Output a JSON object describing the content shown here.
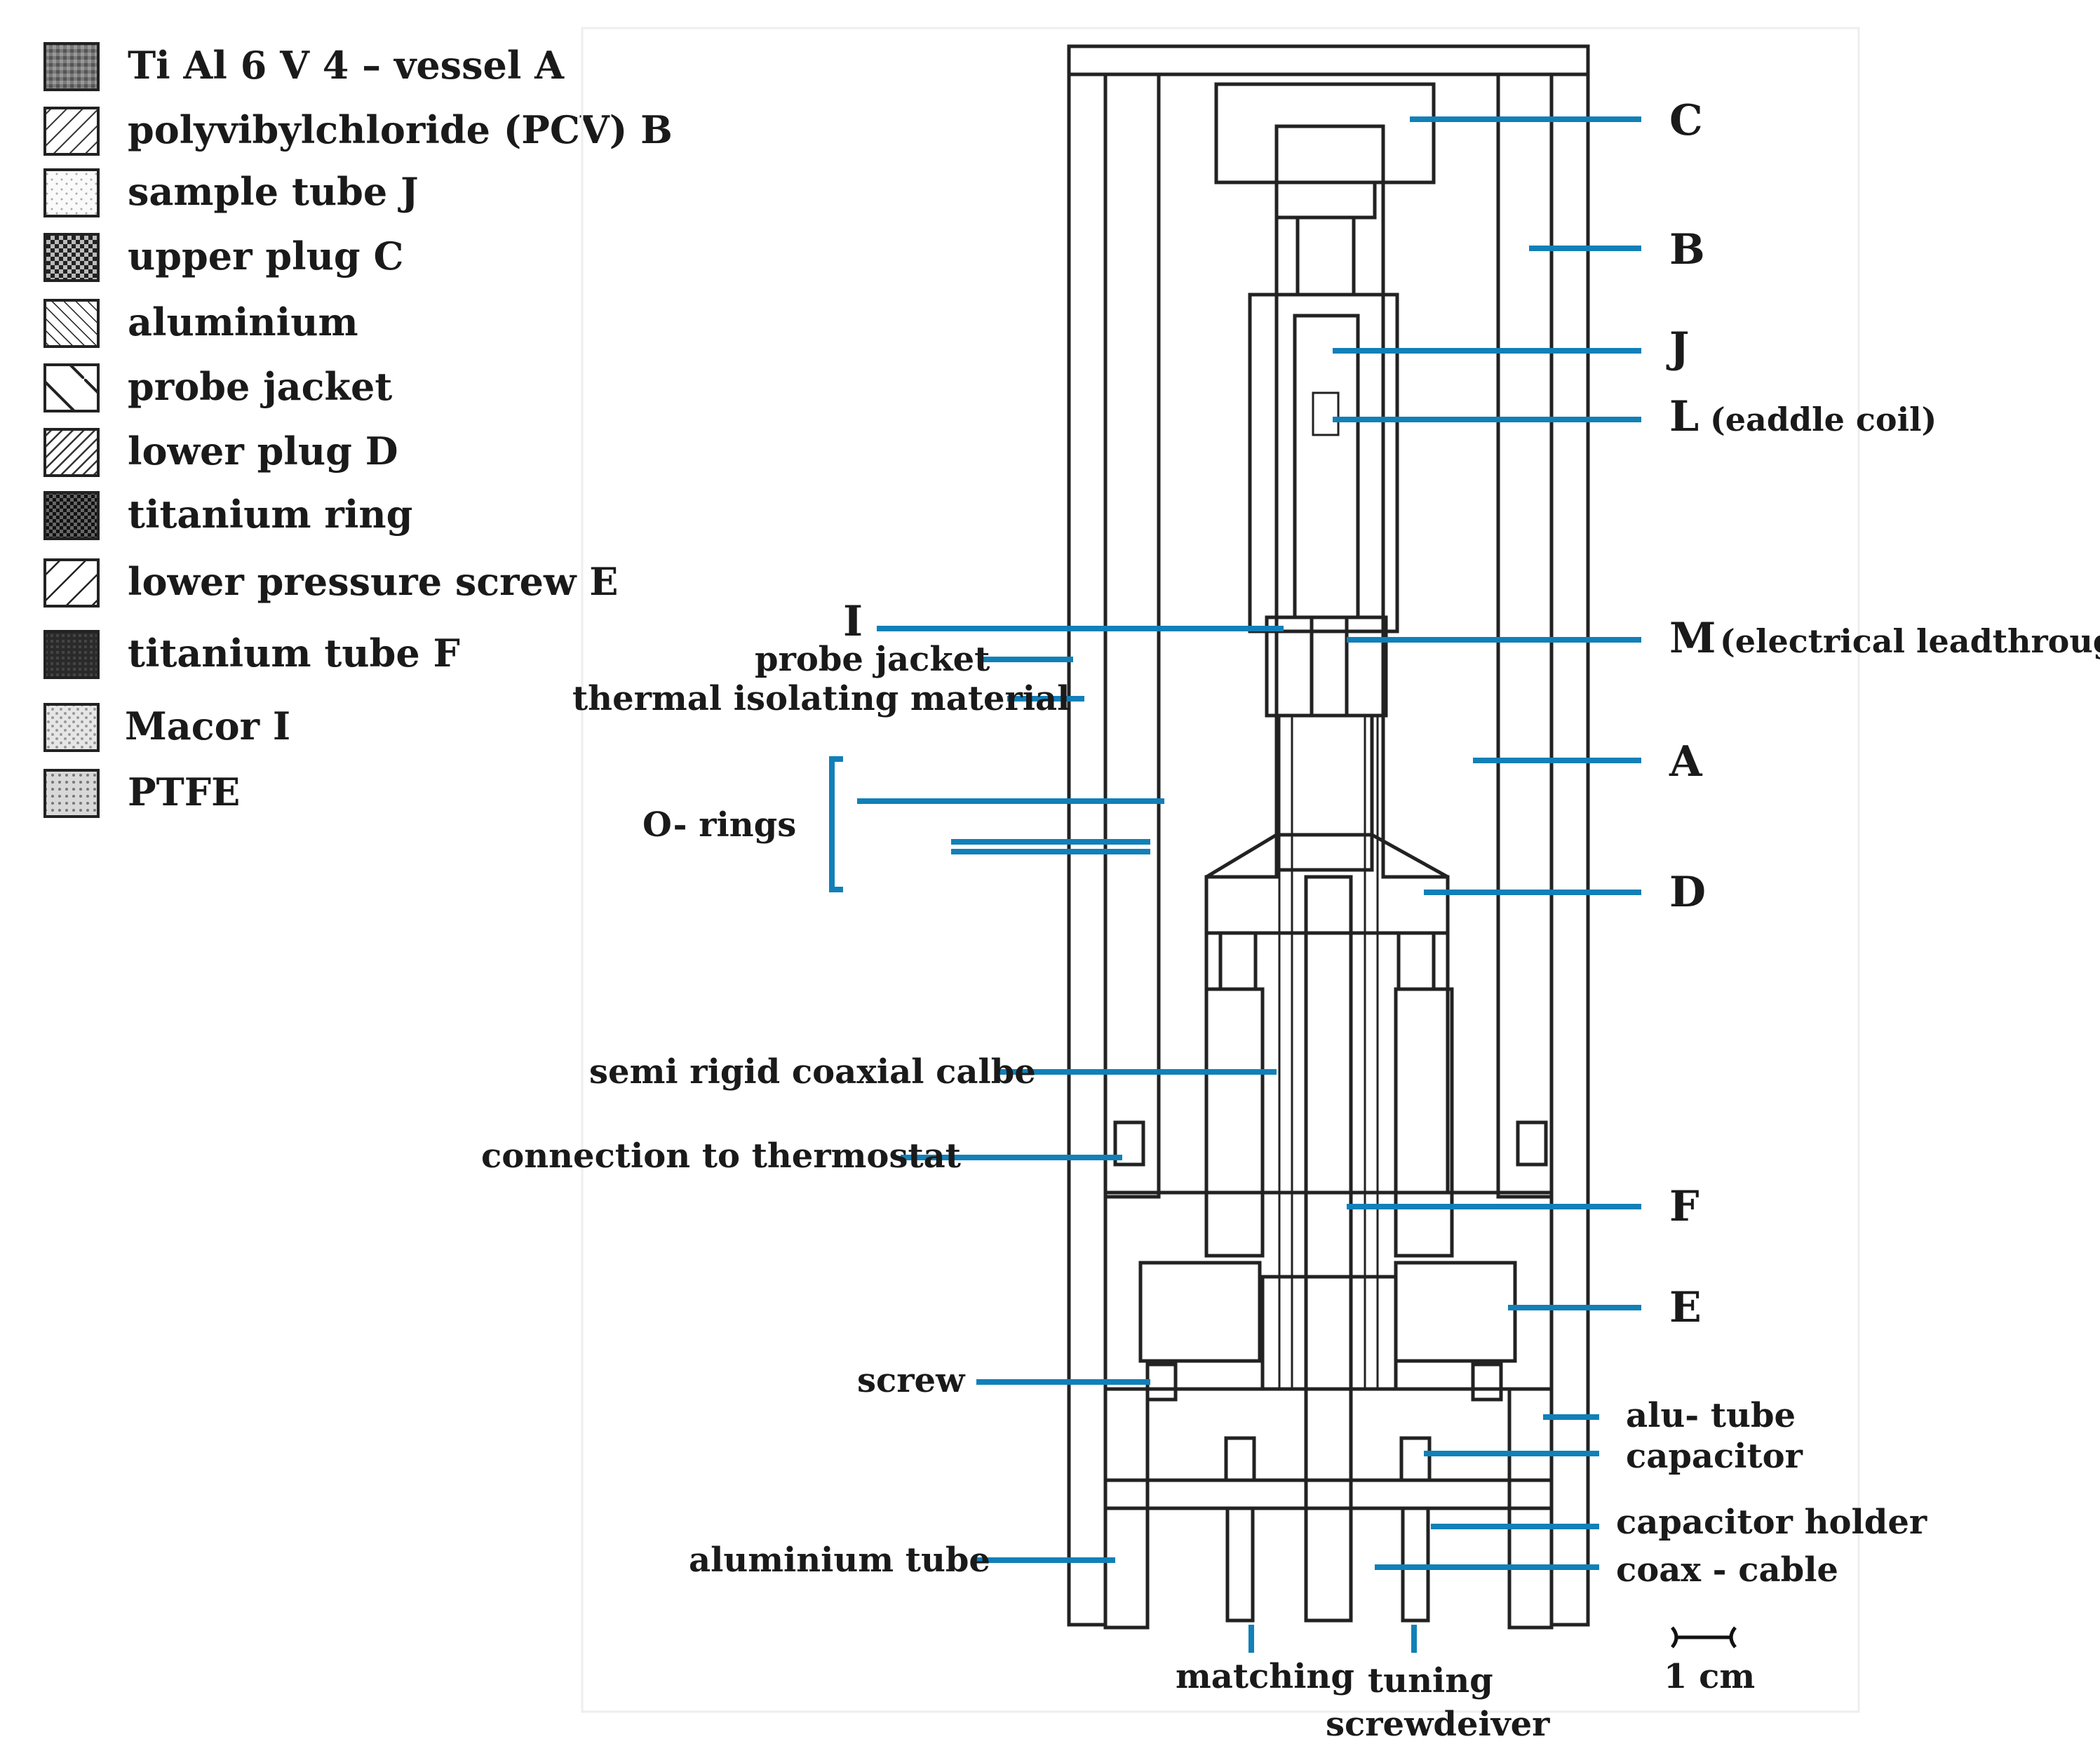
{
  "legend": [
    {
      "label": "Ti Al 6 V 4 – vessel A",
      "pattern": "pat-tial"
    },
    {
      "label": "polyvibylchloride (PCV) B",
      "pattern": "pat-pvc"
    },
    {
      "label": "sample tube J",
      "pattern": "pat-sample"
    },
    {
      "label": "upper plug C",
      "pattern": "pat-upper"
    },
    {
      "label": "aluminium",
      "pattern": "pat-alu"
    },
    {
      "label": "probe jacket",
      "pattern": "pat-jacket"
    },
    {
      "label": "lower plug D",
      "pattern": "pat-lower"
    },
    {
      "label": "titanium ring",
      "pattern": "pat-tiring"
    },
    {
      "label": "lower pressure screw E",
      "pattern": "pat-screwE"
    },
    {
      "label": "titanium tube F",
      "pattern": "pat-titube"
    },
    {
      "label": "Macor I",
      "pattern": "pat-macor"
    },
    {
      "label": "PTFE",
      "pattern": "pat-ptfe"
    }
  ],
  "right_labels": {
    "C": "C",
    "B": "B",
    "J": "J",
    "L": "L",
    "L_note": "(eaddle coil)",
    "M": "M",
    "M_note": "(electrical leadthrough)",
    "A": "A",
    "D": "D",
    "F": "F",
    "E": "E",
    "alu_tube": "alu- tube",
    "capacitor": "capacitor",
    "capacitor_holder": "capacitor holder",
    "coax_cable": "coax - cable"
  },
  "left_labels": {
    "I": "I",
    "probe_jacket": "probe jacket",
    "thermal": "thermal isolating material",
    "o_rings": "O- rings",
    "semi_rigid": "semi rigid coaxial calbe",
    "connection": "connection to thermostat",
    "screw": "screw",
    "aluminium_tube": "aluminium tube"
  },
  "bottom_labels": {
    "matching": "matching",
    "tuning": "tuning",
    "screwdriver": "screwdeiver",
    "scale": "1 cm"
  },
  "colors": {
    "leader": "#1180b8",
    "dark_fill": "#3a3a3a",
    "ink": "#1a1a1a"
  }
}
